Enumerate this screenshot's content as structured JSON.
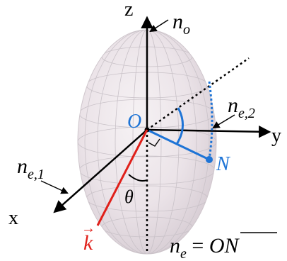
{
  "labels": {
    "axis_z": "z",
    "axis_y": "y",
    "axis_x": "x",
    "n_o": {
      "base": "n",
      "sub": "o"
    },
    "n_e1": {
      "base": "n",
      "sub": "e,1"
    },
    "n_e2": {
      "base": "n",
      "sub": "e,2"
    },
    "origin": "O",
    "point_n": "N",
    "theta": "θ",
    "k_vector": "k",
    "k_arrow": "→",
    "ne_formula": {
      "base": "n",
      "sub": "e",
      "equals": " = ",
      "rhs": "ON"
    }
  },
  "colors": {
    "axes": "#000000",
    "ellipsoid_fill": "#ece4ea",
    "ellipsoid_grid": "#c9c2c8",
    "on_segment": "#1e74d6",
    "k_vector": "#e0201a",
    "optic_direction": "#000000"
  },
  "angle_theta_deg": 20
}
